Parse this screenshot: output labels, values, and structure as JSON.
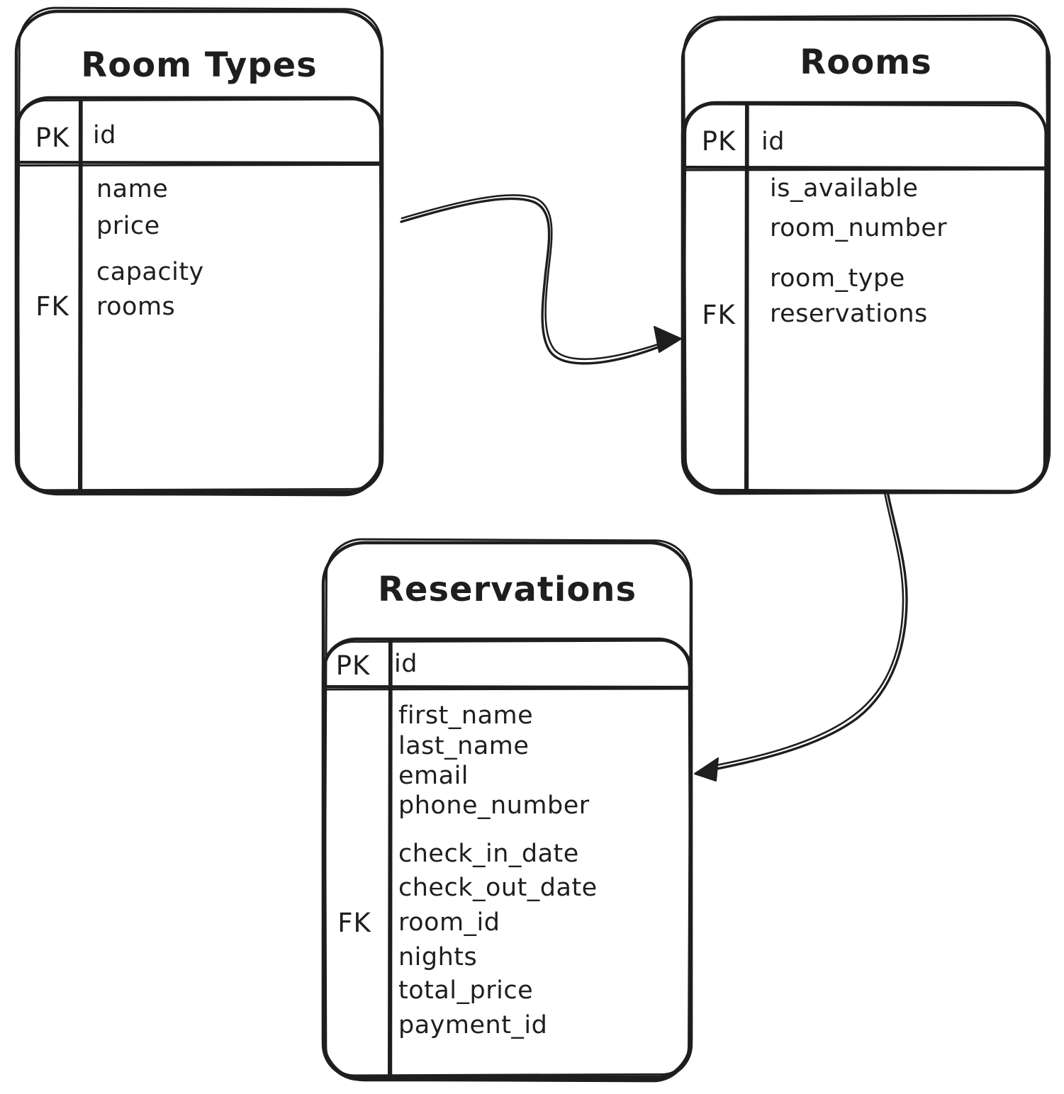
{
  "diagram": {
    "background_color": "#ffffff",
    "stroke_color": "#1e1e1e",
    "entities": [
      {
        "title": "Room Types",
        "pk_label": "PK",
        "pk_field": "id",
        "fk_label": "FK",
        "fields": [
          "name",
          "price",
          "capacity",
          "rooms"
        ]
      },
      {
        "title": "Rooms",
        "pk_label": "PK",
        "pk_field": "id",
        "fk_label": "FK",
        "fields": [
          "is_available",
          "room_number",
          "room_type",
          "reservations"
        ]
      },
      {
        "title": "Reservations",
        "pk_label": "PK",
        "pk_field": "id",
        "fk_label": "FK",
        "fields": [
          "first_name",
          "last_name",
          "email",
          "phone_number",
          "check_in_date",
          "check_out_date",
          "room_id",
          "nights",
          "total_price",
          "payment_id"
        ]
      }
    ],
    "relationships": [
      {
        "from": "Room Types",
        "to": "Rooms"
      },
      {
        "from": "Rooms",
        "to": "Reservations"
      }
    ]
  }
}
